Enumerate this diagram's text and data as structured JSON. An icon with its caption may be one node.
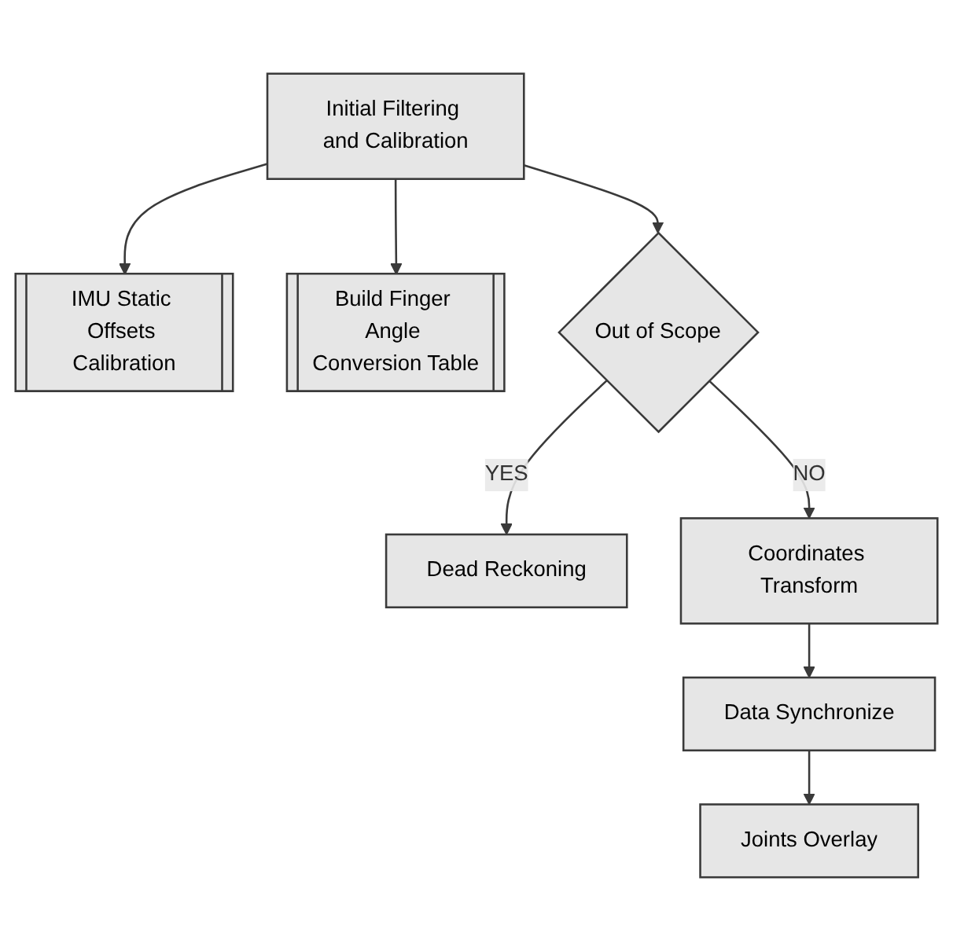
{
  "diagram": {
    "nodes": [
      {
        "text": [
          "Initial Filtering and Calibration"
        ]
      },
      {
        "text": [
          "IMU Static Offsets Calibration"
        ]
      },
      {
        "text": [
          "Build Finger Angle Conversion Table"
        ]
      },
      {
        "text": [
          "Out of Scope"
        ]
      },
      {
        "text": [
          "Dead Reckoning"
        ]
      },
      {
        "text": [
          "Coordinates Transform"
        ]
      },
      {
        "text": [
          "Data Synchronize"
        ]
      },
      {
        "text": [
          "Joints Overlay"
        ]
      }
    ],
    "edges": [
      {
        "from": 0,
        "to": 1,
        "arrow": "to"
      },
      {
        "from": 0,
        "to": 2,
        "arrow": "to"
      },
      {
        "from": 0,
        "to": 3,
        "arrow": "to"
      },
      {
        "from": 3,
        "to": 4,
        "arrow": "to",
        "label": "YES"
      },
      {
        "from": 3,
        "to": 5,
        "arrow": "to",
        "label": "NO"
      },
      {
        "from": 5,
        "to": 6,
        "arrow": "to"
      },
      {
        "from": 6,
        "to": 7,
        "arrow": "to"
      }
    ]
  }
}
